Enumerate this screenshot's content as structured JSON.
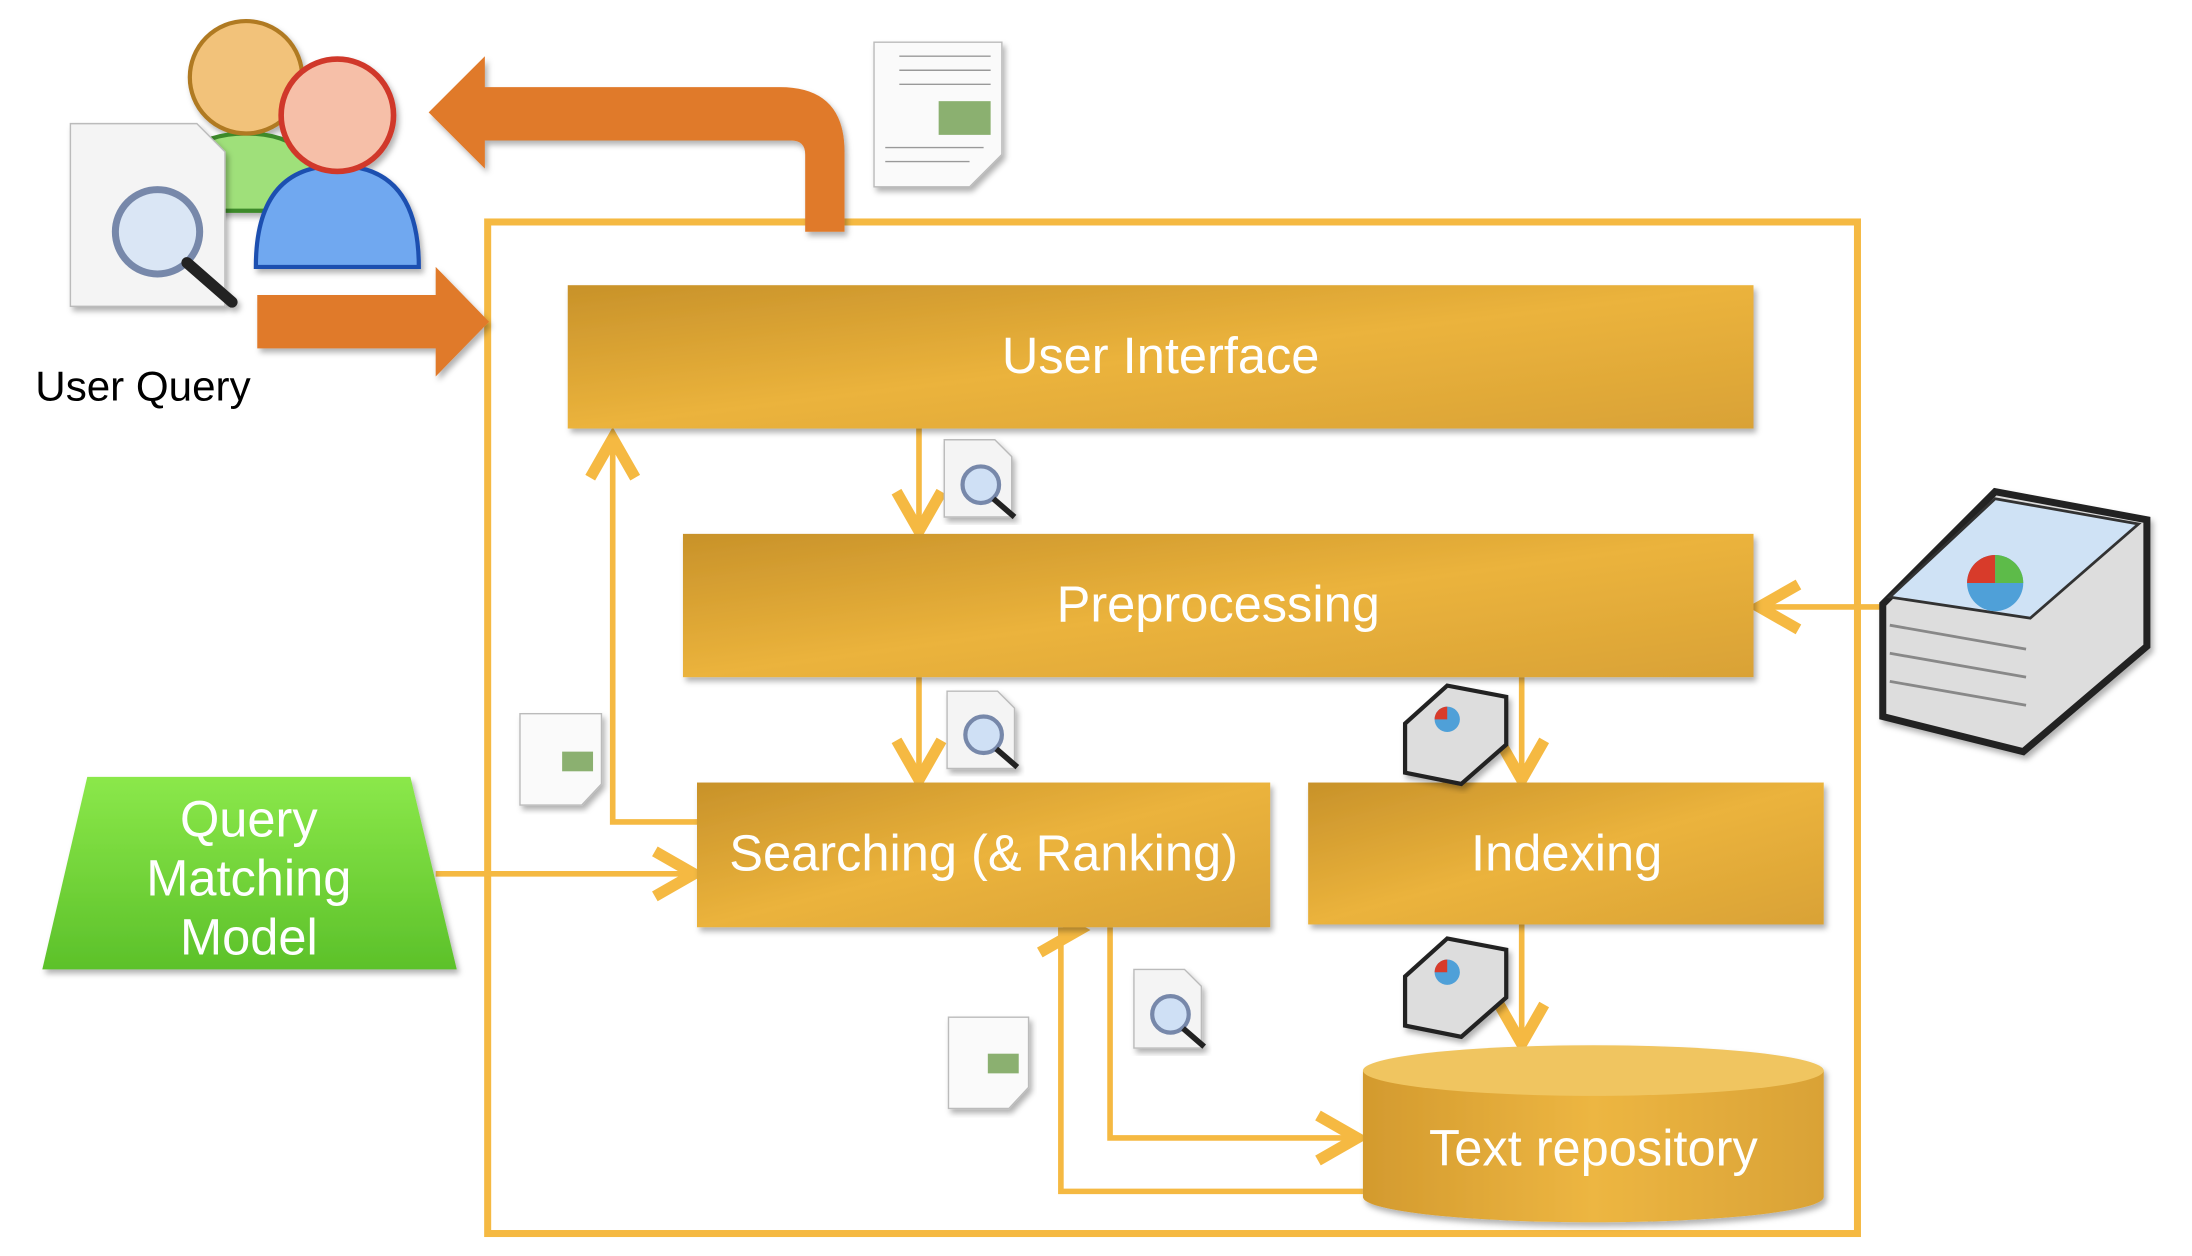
{
  "diagram": {
    "user_query_label": "User Query",
    "blocks": {
      "user_interface": "User Interface",
      "preprocessing": "Preprocessing",
      "searching": "Searching (& Ranking)",
      "indexing": "Indexing",
      "text_repository": "Text repository",
      "query_model_line1": "Query",
      "query_model_line2": "Matching",
      "query_model_line3": "Model"
    },
    "colors": {
      "block": "#E8AE35",
      "frame": "#F5B942",
      "arrow_big": "#E07A2C",
      "query_model": "#6FD43C"
    },
    "icons": [
      "users-icon",
      "search-document-icon",
      "text-document-icon",
      "document-stack-icon",
      "database-icon"
    ]
  }
}
